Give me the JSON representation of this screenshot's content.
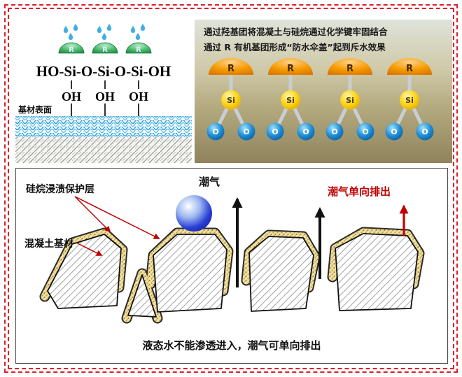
{
  "top_left": {
    "formula": "HO-Si-O-Si-O-Si-OH",
    "oh_label": "OH",
    "r_label": "R",
    "substrate_surface_label": "基材表面"
  },
  "top_right": {
    "line1": "通过羟基团将混凝土与硅烷通过化学键牢固结合",
    "line2": "通过 R 有机基团形成“防水伞盖”起到斥水效果",
    "r_label": "R",
    "si_label": "Si",
    "o_label": "O"
  },
  "bottom": {
    "coating_label": "硅烷浸渍保护层",
    "substrate_label": "混凝土基材",
    "moisture_label": "潮气",
    "one_way_label": "潮气单向排出",
    "caption": "液态水不能渗透进入，潮气可单向排出"
  },
  "colors": {
    "frame_red": "#dd1f2a",
    "umbrella_green": "#2f9e52",
    "droplet_blue": "#41aee6",
    "dome_orange": "#ef8c00",
    "si_yellow": "#ffd51c",
    "o_blue": "#1f8dd6",
    "coating_yellow": "#e7c75c",
    "moisture_sphere_blue": "#2a3fd6",
    "annotation_red": "#c00000",
    "text_black": "#111111"
  }
}
